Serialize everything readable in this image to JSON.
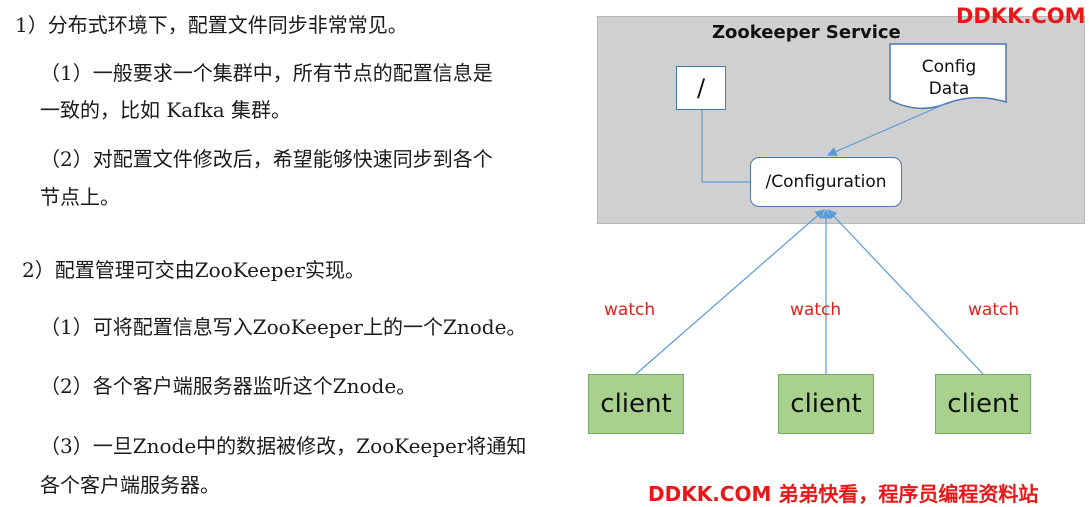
{
  "text": {
    "line1": "1）分布式环境下，配置文件同步非常常见。",
    "line2": "（1）一般要求一个集群中，所有节点的配置信息是",
    "line3": "一致的，比如 Kafka 集群。",
    "line4": "（2）对配置文件修改后，希望能够快速同步到各个",
    "line5": "节点上。",
    "line6": "2）配置管理可交由ZooKeeper实现。",
    "line7": "（1）可将配置信息写入ZooKeeper上的一个Znode。",
    "line8": "（2）各个客户端服务器监听这个Znode。",
    "line9": "（3）一旦Znode中的数据被修改，ZooKeeper将通知",
    "line10": "各个客户端服务器。"
  },
  "diagram": {
    "service_title": "Zookeeper Service",
    "root_node": "/",
    "doc_line1": "Config",
    "doc_line2": "Data",
    "config_node": "/Configuration",
    "watch_label": "watch",
    "client_label": "client"
  },
  "watermark": {
    "top": "DDKK.COM",
    "bottom": "DDKK.COM 弟弟快看，程序员编程资料站"
  },
  "colors": {
    "connector": "#5b9bd5",
    "watch_text": "#e02020",
    "client_fill": "#a9d18e",
    "service_fill": "#d0d0d0",
    "watermark": "#e81818"
  }
}
